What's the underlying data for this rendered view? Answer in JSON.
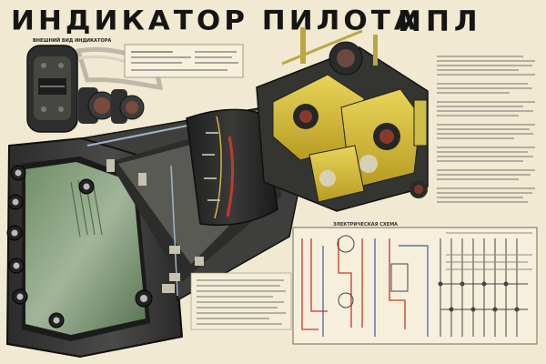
{
  "header": {
    "title": "ИНДИКАТОР ПИЛОТА",
    "abbr": "ИПЛ",
    "caption": "",
    "poster_number": ""
  },
  "labels": {
    "front_view": "ВНЕШНИЙ ВИД ИНДИКАТОРА",
    "electric_scheme": "ЭЛЕКТРИЧЕСКАЯ СХЕМА"
  },
  "colors": {
    "paper": "#f1e9d1",
    "title": "#151515",
    "housing": "#3c3c3c",
    "mechanism_yellow": "#d6c13a",
    "wire_red": "#c23a2a",
    "wire_blue": "#3b5c9a",
    "screen_green": "#7f9c72"
  }
}
